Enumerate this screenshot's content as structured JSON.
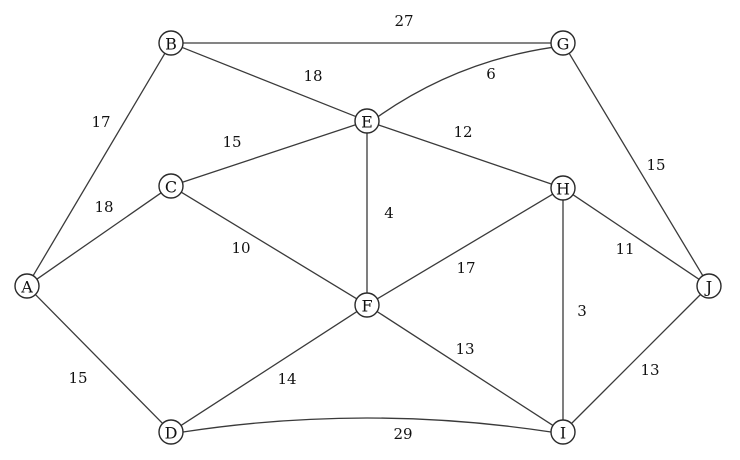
{
  "graph": {
    "nodes": [
      {
        "id": "A",
        "label": "A"
      },
      {
        "id": "B",
        "label": "B"
      },
      {
        "id": "C",
        "label": "C"
      },
      {
        "id": "D",
        "label": "D"
      },
      {
        "id": "E",
        "label": "E"
      },
      {
        "id": "F",
        "label": "F"
      },
      {
        "id": "G",
        "label": "G"
      },
      {
        "id": "H",
        "label": "H"
      },
      {
        "id": "I",
        "label": "I"
      },
      {
        "id": "J",
        "label": "J"
      }
    ],
    "edges": [
      {
        "from": "B",
        "to": "G",
        "weight": "27"
      },
      {
        "from": "A",
        "to": "B",
        "weight": "17"
      },
      {
        "from": "B",
        "to": "E",
        "weight": "18"
      },
      {
        "from": "E",
        "to": "G",
        "weight": "6"
      },
      {
        "from": "C",
        "to": "E",
        "weight": "15"
      },
      {
        "from": "E",
        "to": "H",
        "weight": "12"
      },
      {
        "from": "G",
        "to": "J",
        "weight": "15"
      },
      {
        "from": "A",
        "to": "C",
        "weight": "18"
      },
      {
        "from": "E",
        "to": "F",
        "weight": "4"
      },
      {
        "from": "C",
        "to": "F",
        "weight": "10"
      },
      {
        "from": "H",
        "to": "J",
        "weight": "11"
      },
      {
        "from": "F",
        "to": "H",
        "weight": "17"
      },
      {
        "from": "H",
        "to": "I",
        "weight": "3"
      },
      {
        "from": "F",
        "to": "I",
        "weight": "13"
      },
      {
        "from": "A",
        "to": "D",
        "weight": "15"
      },
      {
        "from": "D",
        "to": "F",
        "weight": "14"
      },
      {
        "from": "I",
        "to": "J",
        "weight": "13"
      },
      {
        "from": "D",
        "to": "I",
        "weight": "29"
      }
    ]
  }
}
